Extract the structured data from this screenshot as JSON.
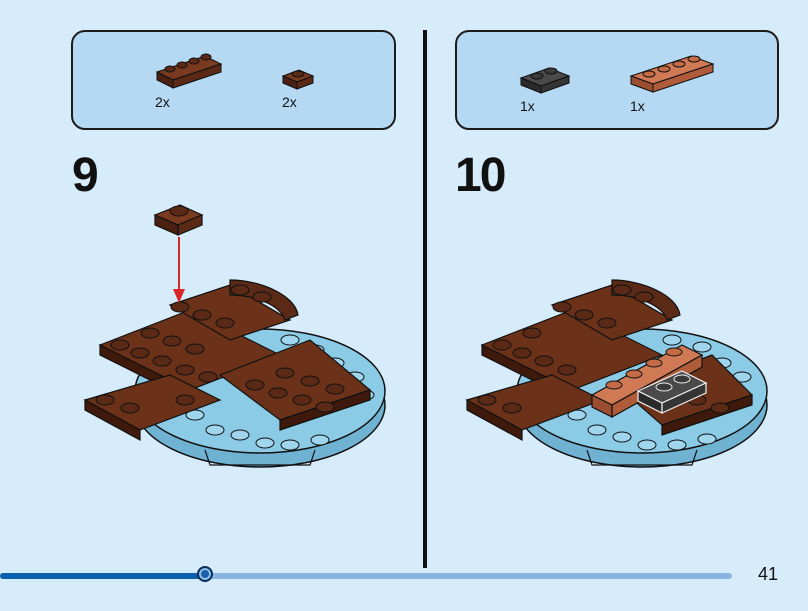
{
  "steps": [
    {
      "number": "9",
      "parts": [
        {
          "qty": "2x",
          "name": "reddish-brown 1x4 plate",
          "color": "#5a2a16"
        },
        {
          "qty": "2x",
          "name": "reddish-brown 1x1 plate",
          "color": "#5a2a16"
        }
      ]
    },
    {
      "number": "10",
      "parts": [
        {
          "qty": "1x",
          "name": "dark grey 1x2 plate",
          "color": "#3a3a3a"
        },
        {
          "qty": "1x",
          "name": "orange-brown 1x4 plate",
          "color": "#c46a45"
        }
      ]
    }
  ],
  "colors": {
    "background": "#d7ecfb",
    "parts_box": "#b5d9f3",
    "round_plate": "#87c6e2",
    "reddish_brown": "#5a2a16",
    "arrow": "#d9262a",
    "progress_fill": "#0b5fad",
    "progress_track": "#8cb4e0"
  },
  "progress": 0.28,
  "page_number": "41"
}
